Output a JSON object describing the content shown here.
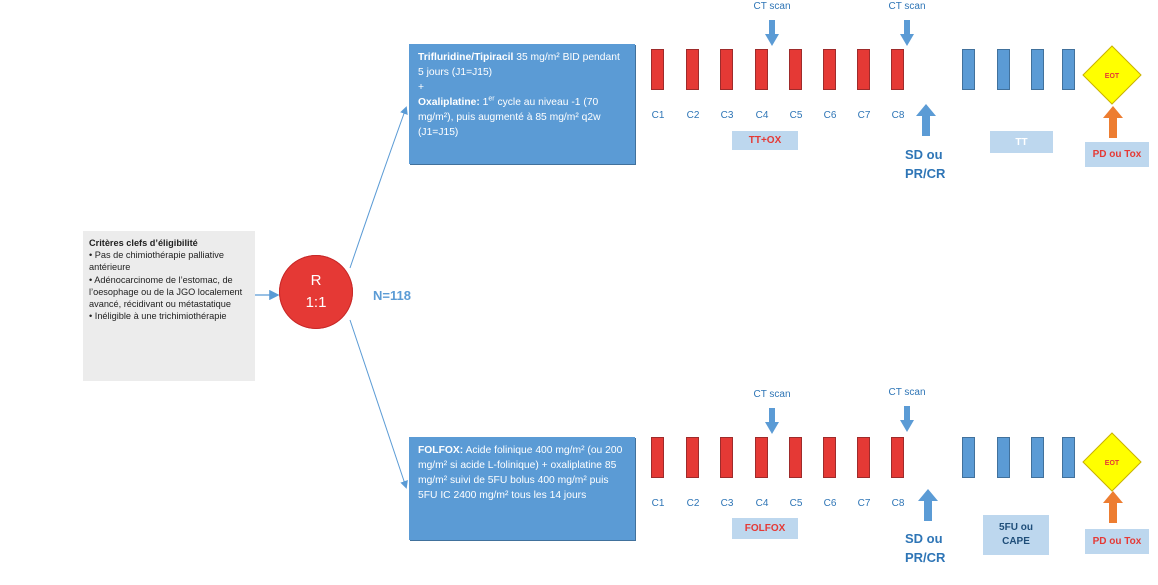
{
  "criteria": {
    "title": "Critères clefs d’éligibilité",
    "items": [
      "• Pas de chimiothérapie palliative antérieure",
      "• Adénocarcinome de l’estomac, de l’oesophage ou de la JGO localement avancé, récidivant ou métastatique",
      "• Inéligible à une trichimiothérapie"
    ]
  },
  "randomization": {
    "line1": "R",
    "line2": "1:1"
  },
  "n_label": "N=118",
  "arm_top": {
    "regimen": {
      "drug1_name": "Trifluridine/Tipiracil",
      "drug1_text": " 35 mg/m² BID pendant 5 jours (J1=J15)",
      "plus": "+",
      "drug2_name": "Oxaliplatine:",
      "drug2_pre": " 1",
      "drug2_sup": "er",
      "drug2_post": " cycle au niveau -1 (70 mg/m²), puis augmenté à 85 mg/m² q2w (J1=J15)"
    },
    "cycles": [
      "C1",
      "C2",
      "C3",
      "C4",
      "C5",
      "C6",
      "C7",
      "C8"
    ],
    "ct_scan_labels": [
      "CT scan",
      "CT scan"
    ],
    "induction_label": "TT+OX",
    "response_label_line1": "SD ou",
    "response_label_line2": "PR/CR",
    "maintenance_label": "TT",
    "eot_label": "EOT",
    "progression_label": "PD ou Tox"
  },
  "arm_bottom": {
    "regimen": {
      "drug1_name": "FOLFOX:",
      "drug1_text": " Acide folinique 400 mg/m² (ou 200 mg/m² si acide L-folinique) + oxaliplatine 85 mg/m² suivi de 5FU bolus 400 mg/m² puis 5FU IC 2400 mg/m² tous les 14 jours"
    },
    "cycles": [
      "C1",
      "C2",
      "C3",
      "C4",
      "C5",
      "C6",
      "C7",
      "C8"
    ],
    "ct_scan_labels": [
      "CT scan",
      "CT scan"
    ],
    "induction_label": "FOLFOX",
    "response_label_line1": "SD ou",
    "response_label_line2": "PR/CR",
    "maintenance_label_line1": "5FU ou",
    "maintenance_label_line2": "CAPE",
    "eot_label": "EOT",
    "progression_label": "PD ou Tox"
  },
  "colors": {
    "regimen_box": "#5b9bd5",
    "cycle_red": "#e53935",
    "cycle_blue": "#5b9bd5",
    "randomization_circle": "#e53935",
    "eot_diamond": "#ffff00",
    "pd_arrow": "#ed7d31",
    "label_pill": "#bdd7ee",
    "criteria_box": "#ececec"
  },
  "icons": [
    "arrow-down-icon",
    "arrow-up-icon",
    "eot-diamond-icon"
  ]
}
